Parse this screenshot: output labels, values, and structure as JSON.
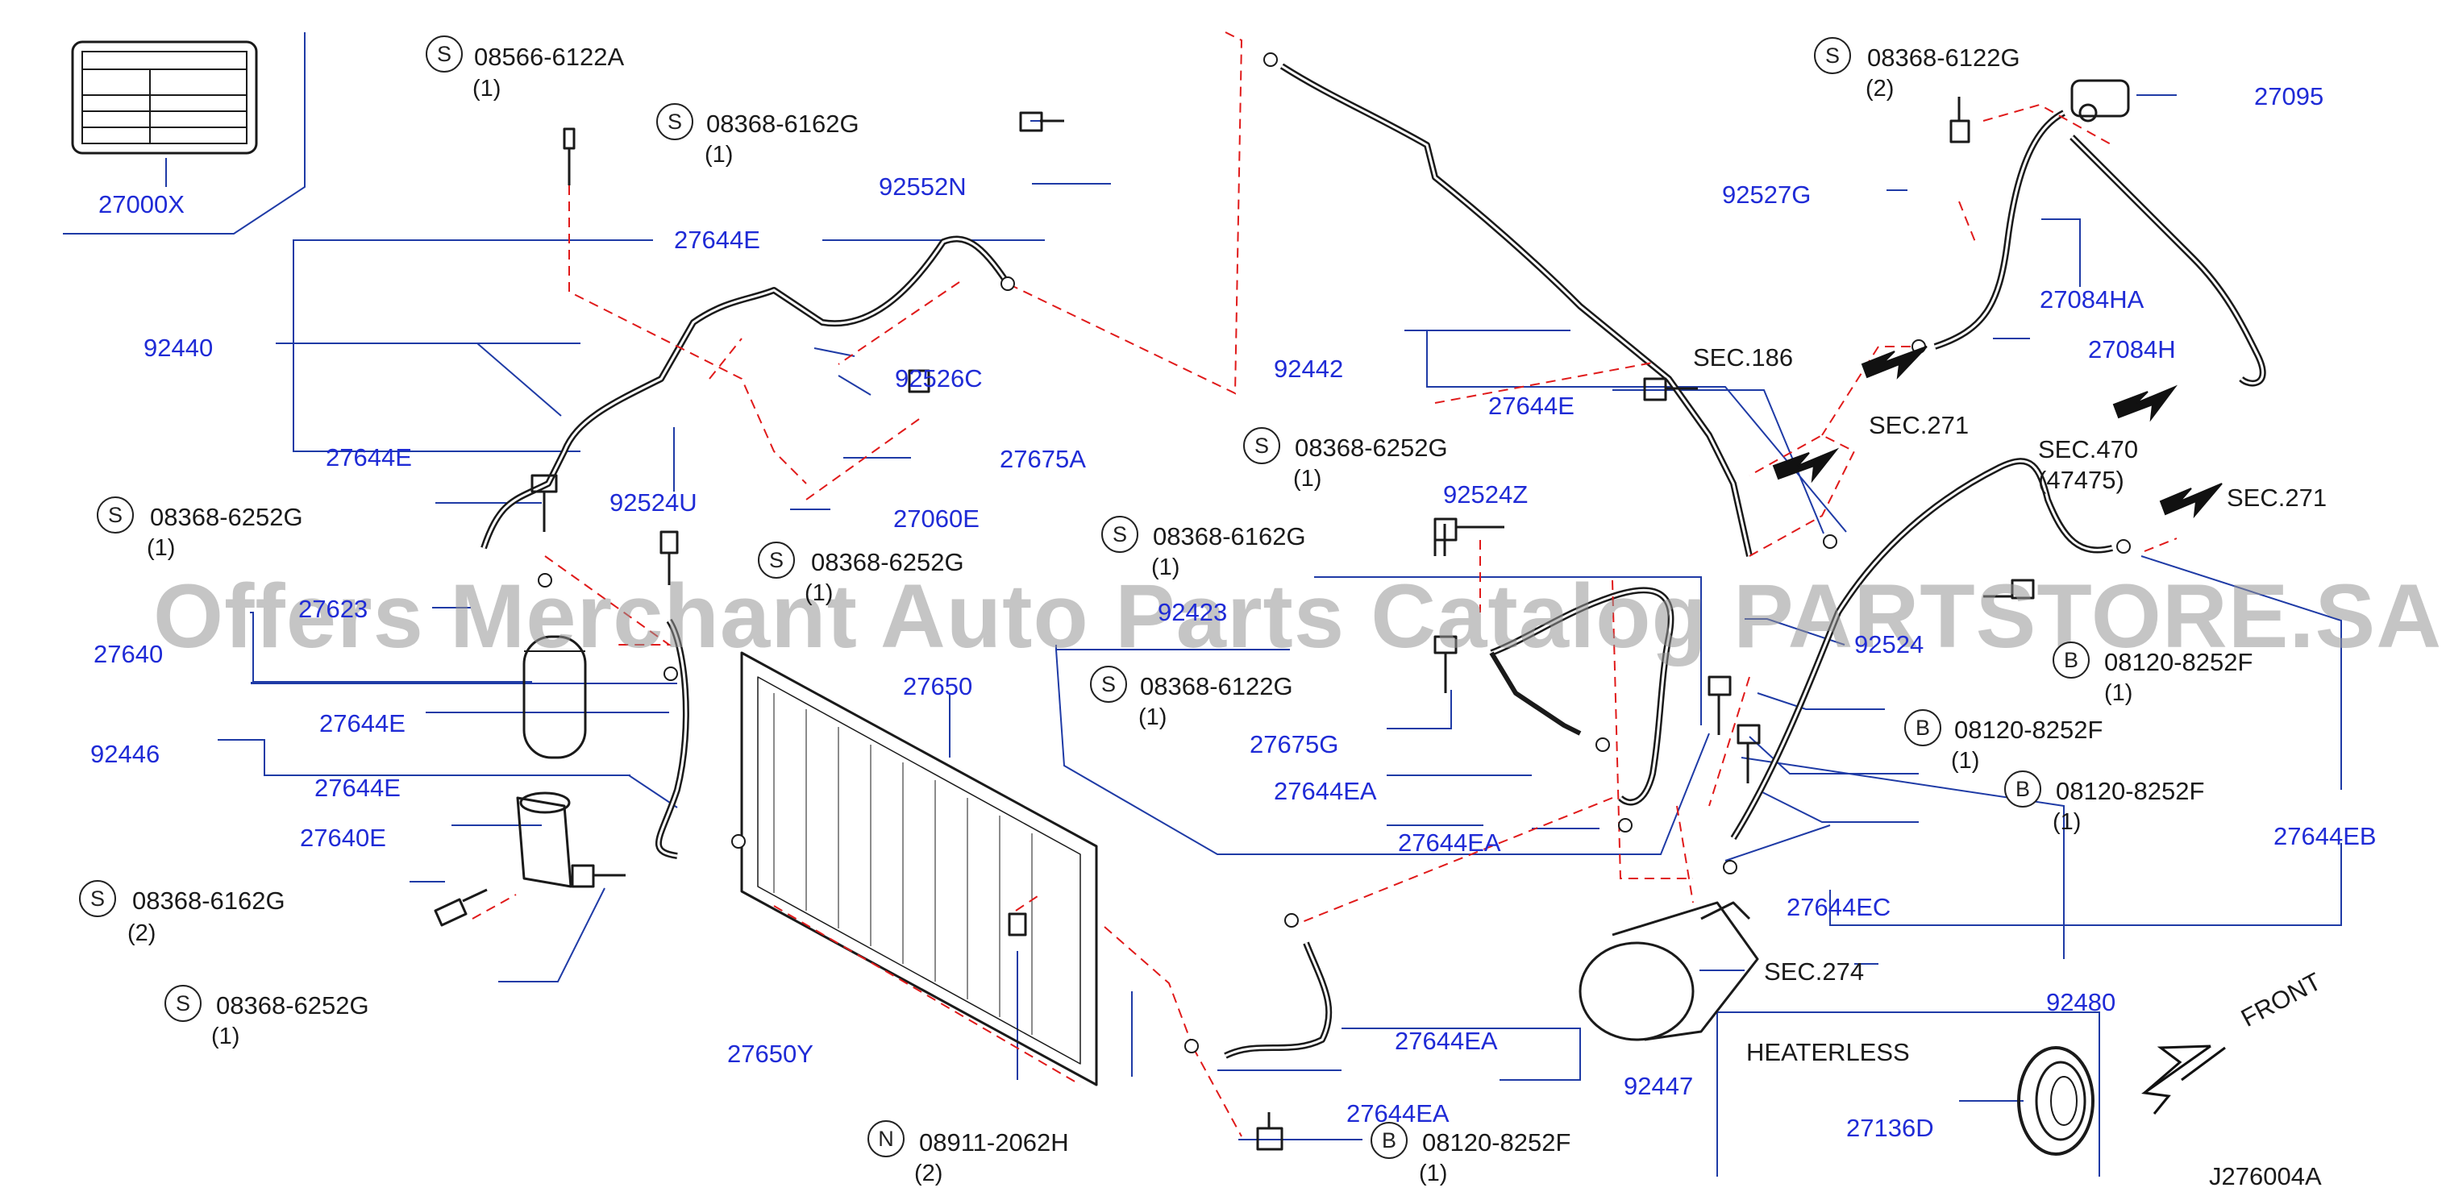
{
  "diagram_id": "J276004A",
  "watermark": "Offers Merchant Auto Parts Catalog PARTSTORE.SA",
  "heaterless_label": "HEATERLESS",
  "front_label": "FRONT",
  "badges": {
    "s": "S",
    "b": "B",
    "n": "N"
  },
  "parts": {
    "p27000X": "27000X",
    "p27644E_top": "27644E",
    "p92440": "92440",
    "p27644E_left": "27644E",
    "p92552N": "92552N",
    "p92526C": "92526C",
    "p92524U": "92524U",
    "p27675A": "27675A",
    "p27060E": "27060E",
    "p27623": "27623",
    "p27640": "27640",
    "p92446": "92446",
    "p27644E_a": "27644E",
    "p27644E_b": "27644E",
    "p27640E": "27640E",
    "p27650": "27650",
    "p27650Y": "27650Y",
    "p92442": "92442",
    "p27644E_mid": "27644E",
    "p92524Z": "92524Z",
    "p92423": "92423",
    "p27675G": "27675G",
    "p27644EA_1": "27644EA",
    "p27644EA_2": "27644EA",
    "p27644EA_3": "27644EA",
    "p27644EA_4": "27644EA",
    "p92447": "92447",
    "p27095": "27095",
    "p92527G": "92527G",
    "p27084HA": "27084HA",
    "p27084H": "27084H",
    "p92524": "92524",
    "p27644EB": "27644EB",
    "p27644EC": "27644EC",
    "p92480": "92480",
    "p27136D": "27136D"
  },
  "screws": {
    "s1": {
      "part": "08566-6122A",
      "qty": "(1)"
    },
    "s2": {
      "part": "08368-6162G",
      "qty": "(1)"
    },
    "s3": {
      "part": "08368-6252G",
      "qty": "(1)"
    },
    "s4": {
      "part": "08368-6252G",
      "qty": "(1)"
    },
    "s5": {
      "part": "08368-6162G",
      "qty": "(2)"
    },
    "s6": {
      "part": "08368-6252G",
      "qty": "(1)"
    },
    "s7": {
      "part": "08368-6252G",
      "qty": "(1)"
    },
    "s8": {
      "part": "08368-6162G",
      "qty": "(1)"
    },
    "s9": {
      "part": "08368-6122G",
      "qty": "(1)"
    },
    "s10": {
      "part": "08368-6122G",
      "qty": "(2)"
    },
    "b1": {
      "part": "08120-8252F",
      "qty": "(1)"
    },
    "b2": {
      "part": "08120-8252F",
      "qty": "(1)"
    },
    "b3": {
      "part": "08120-8252F",
      "qty": "(1)"
    },
    "b4": {
      "part": "08120-8252F",
      "qty": "(1)"
    },
    "n1": {
      "part": "08911-2062H",
      "qty": "(2)"
    }
  },
  "sections": {
    "sec186": "SEC.186",
    "sec271_a": "SEC.271",
    "sec271_b": "SEC.271",
    "sec470": "SEC.470",
    "sec470_sub": "(47475)",
    "sec274": "SEC.274"
  }
}
